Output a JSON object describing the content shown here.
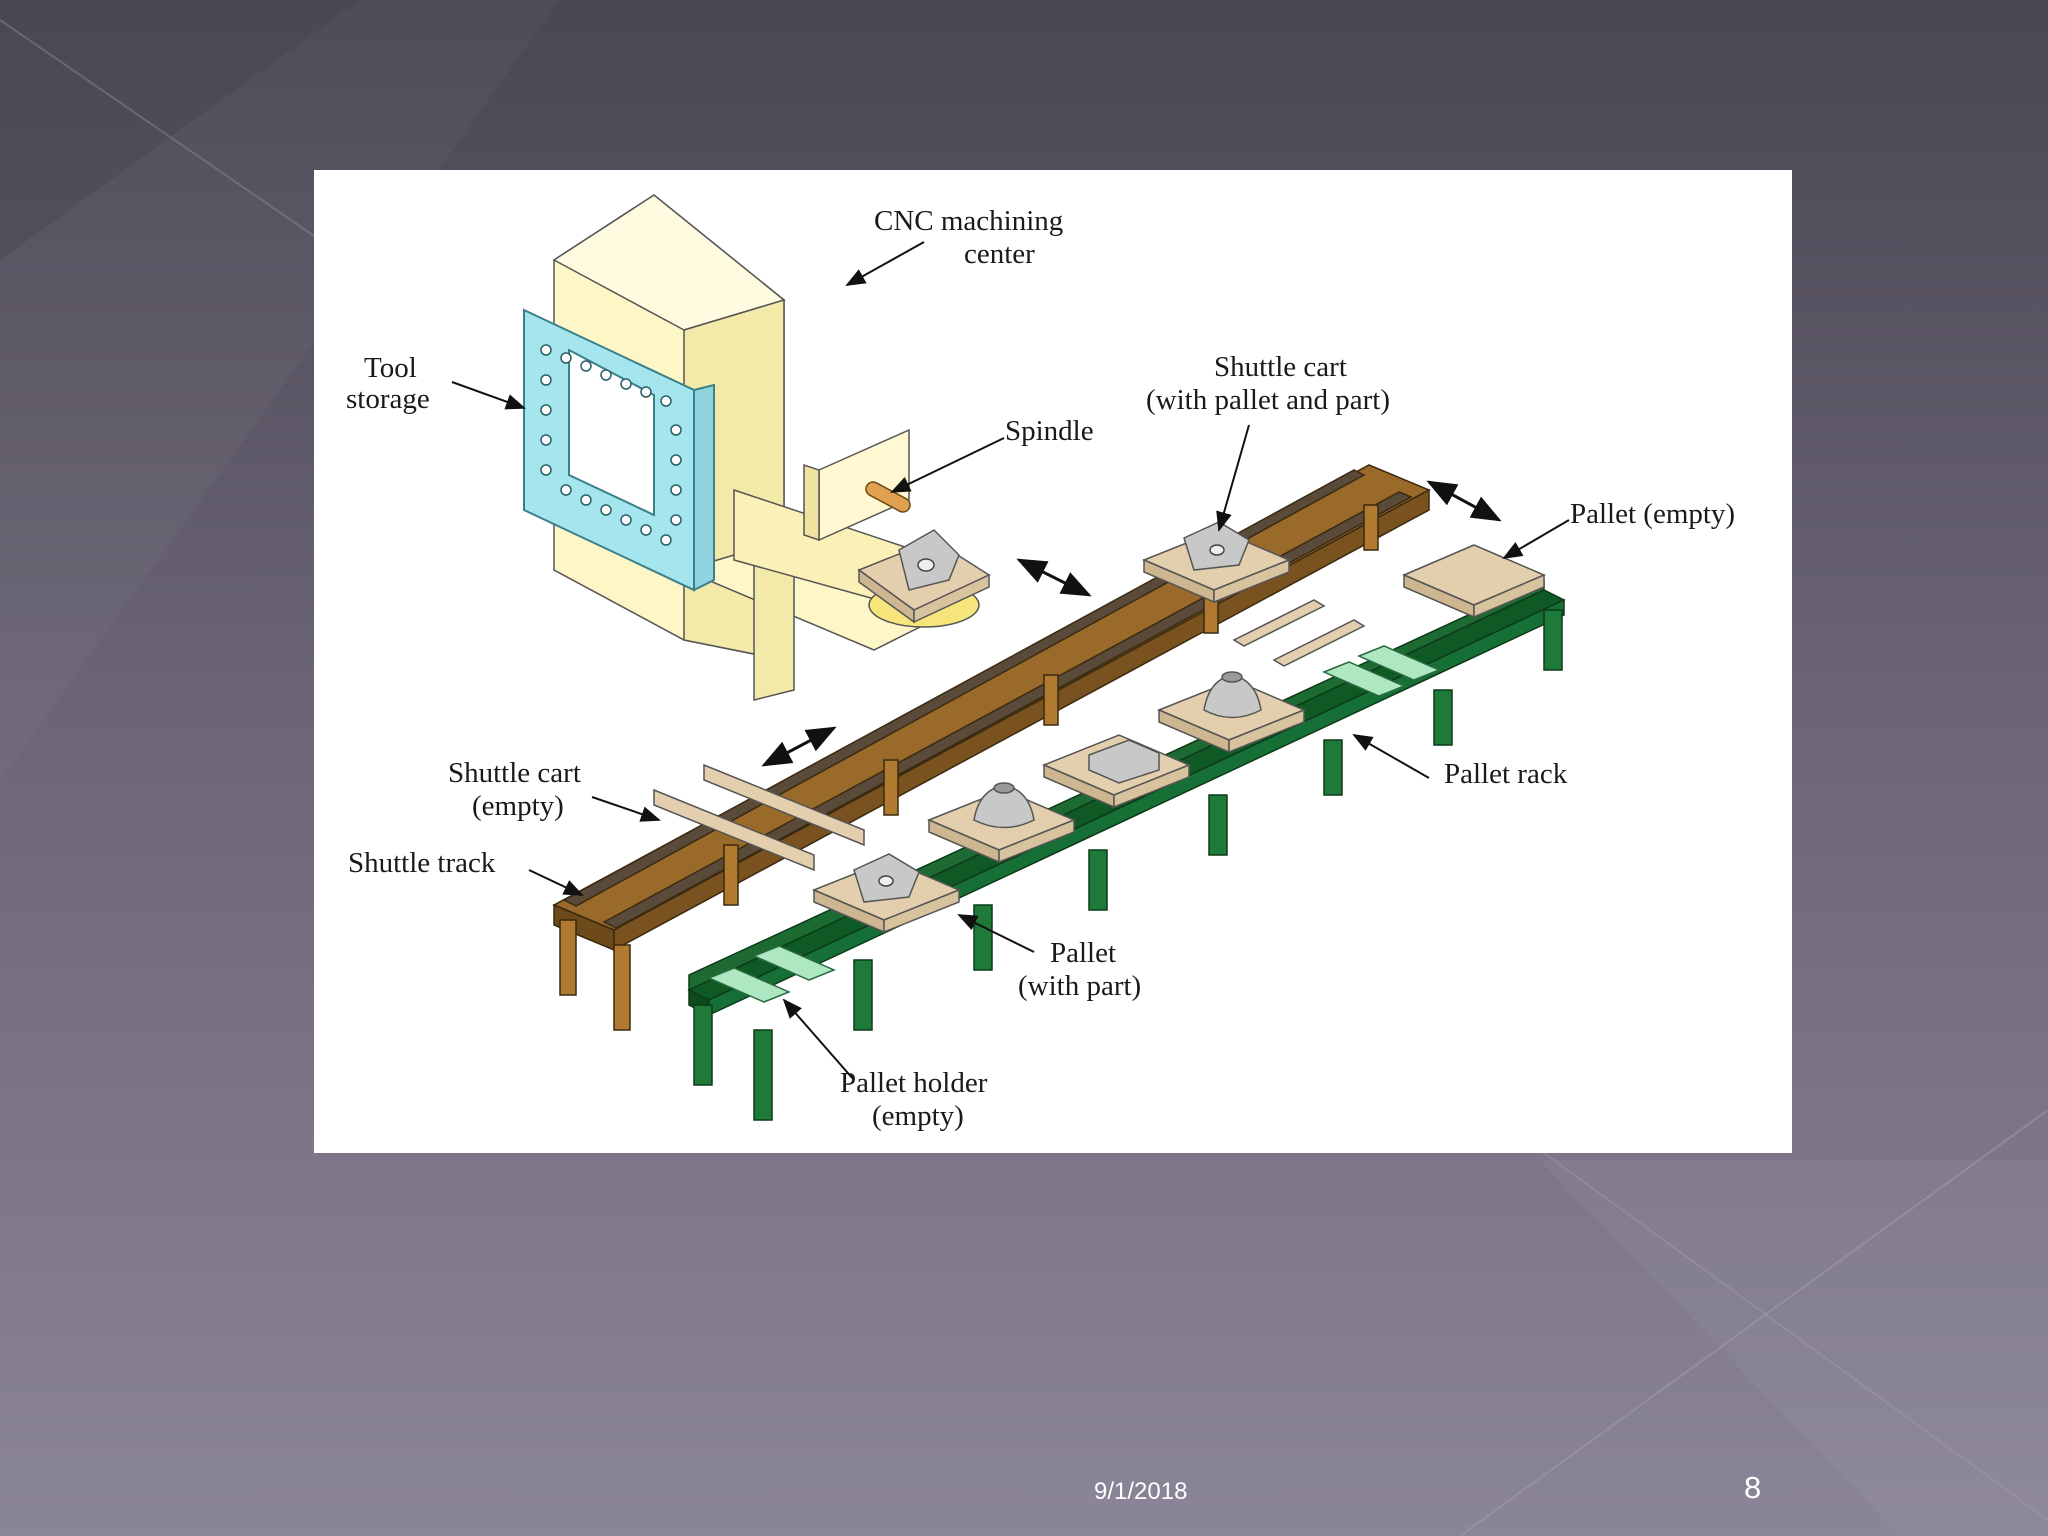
{
  "slide": {
    "date": "9/1/2018",
    "page_number": "8"
  },
  "diagram": {
    "labels": {
      "cnc_line1": "CNC machining",
      "cnc_line2": "center",
      "tool_line1": "Tool",
      "tool_line2": "storage",
      "spindle": "Spindle",
      "shuttle_full_line1": "Shuttle cart",
      "shuttle_full_line2": "(with pallet and part)",
      "pallet_empty": "Pallet (empty)",
      "pallet_rack": "Pallet rack",
      "shuttle_empty_line1": "Shuttle cart",
      "shuttle_empty_line2": "(empty)",
      "shuttle_track": "Shuttle track",
      "pallet_part_line1": "Pallet",
      "pallet_part_line2": "(with part)",
      "holder_line1": "Pallet holder",
      "holder_line2": "(empty)"
    },
    "colors": {
      "machine": "#fbf3c0",
      "tool_storage": "#a5e6ee",
      "track": "#8a5a1e",
      "rack": "#1d6b32",
      "pallet": "#e3cfae",
      "holder": "#aee8c2",
      "part": "#c8c8c8"
    }
  }
}
